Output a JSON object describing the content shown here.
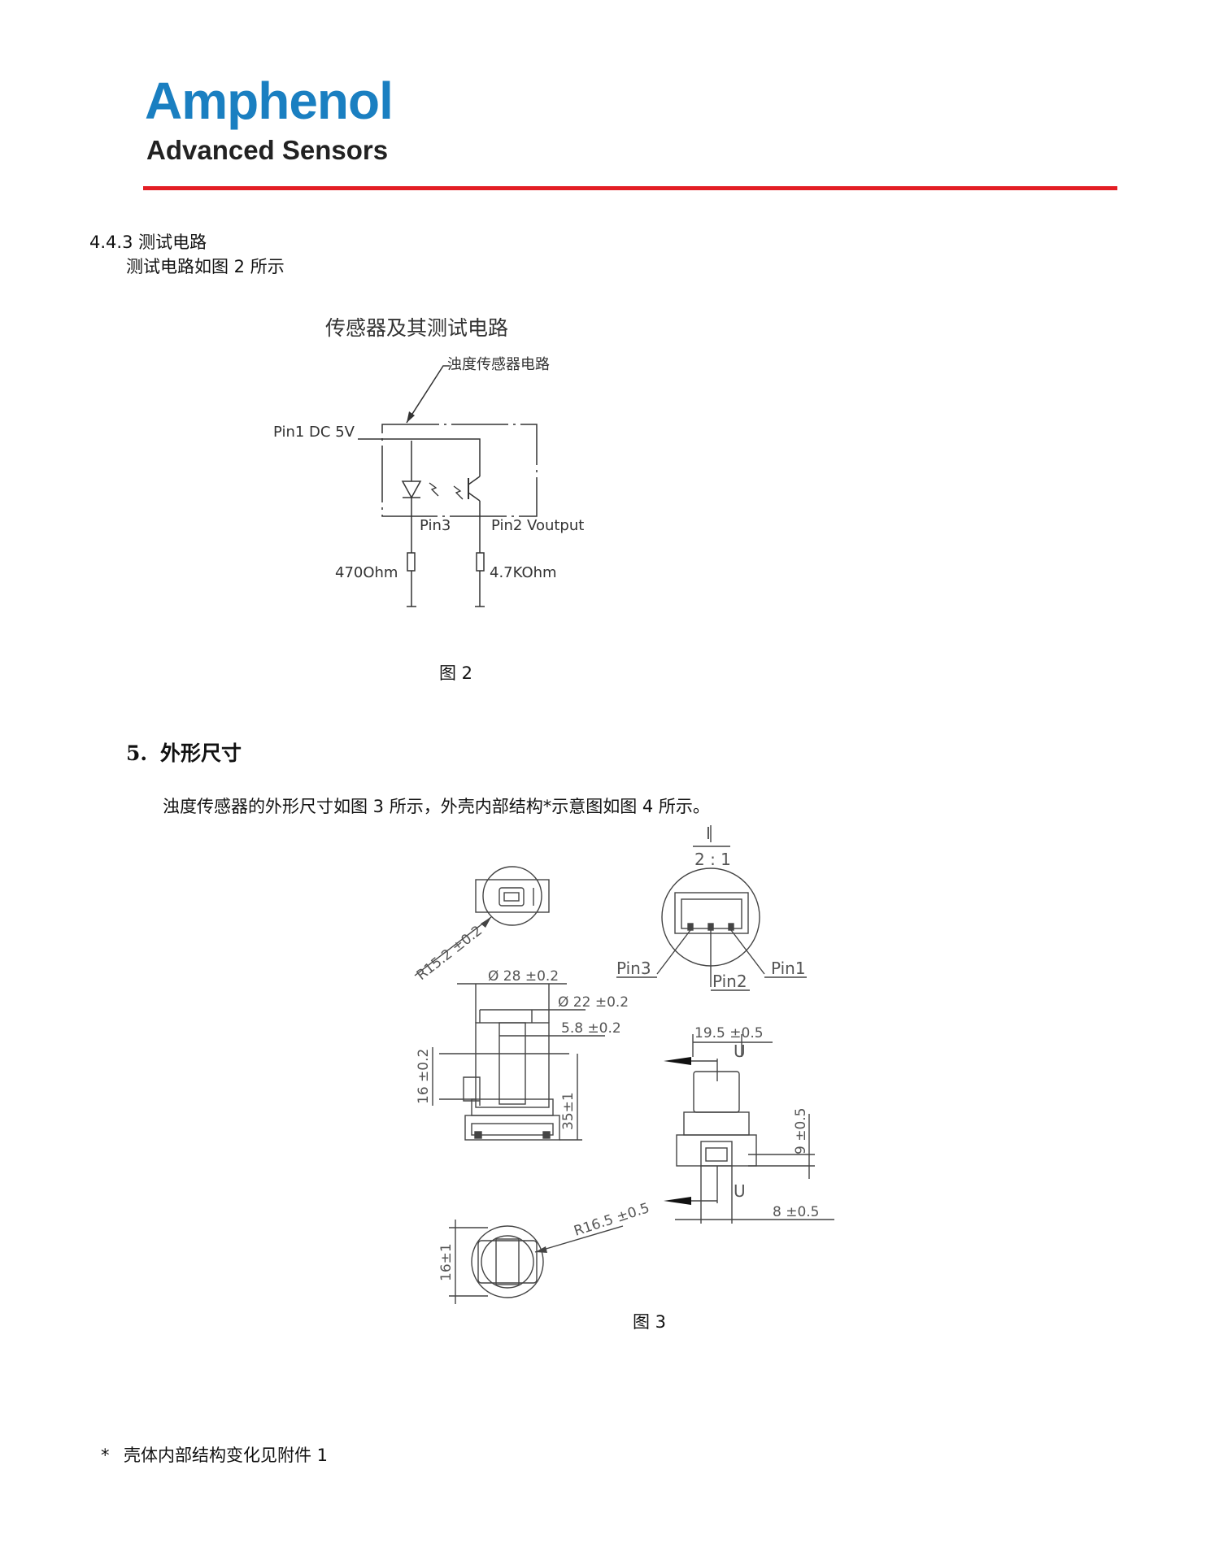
{
  "header": {
    "brand": "Amphenol",
    "subtitle": "Advanced Sensors",
    "colors": {
      "brand_blue": "#1a7fc1",
      "rule_red": "#e31e24"
    }
  },
  "section_443": {
    "heading": "4.4.3 测试电路",
    "body": "测试电路如图 2 所示"
  },
  "figure2": {
    "title": "传感器及其测试电路",
    "callout": "浊度传感器电路",
    "pin1": "Pin1 DC 5V",
    "pin3": "Pin3",
    "pin2": "Pin2 Voutput",
    "r1": "470Ohm",
    "r2": "4.7KOhm",
    "caption": "图 2"
  },
  "section5": {
    "number": "5.",
    "title": "外形尺寸",
    "body": "浊度传感器的外形尺寸如图 3 所示，外壳内部结构*示意图如图 4 所示。"
  },
  "figure3": {
    "detail_label": "I",
    "scale": "2 : 1",
    "pin3": "Pin3",
    "pin2": "Pin2",
    "pin1": "Pin1",
    "r_top": "R15.2 ±0.2",
    "d28": "Ø 28 ±0.2",
    "d22": "Ø 22 ±0.2",
    "w58": "5.8 ±0.2",
    "h16": "16 ±0.2",
    "h35": "35±1",
    "w195": "19.5 ±0.5",
    "section_u": "U",
    "h9": "9 ±0.5",
    "w8": "8 ±0.5",
    "r_bottom": "R16.5 ±0.5",
    "h16b": "16±1",
    "caption": "图 3"
  },
  "footnote": {
    "mark": "*",
    "text": "壳体内部结构变化见附件 1"
  }
}
